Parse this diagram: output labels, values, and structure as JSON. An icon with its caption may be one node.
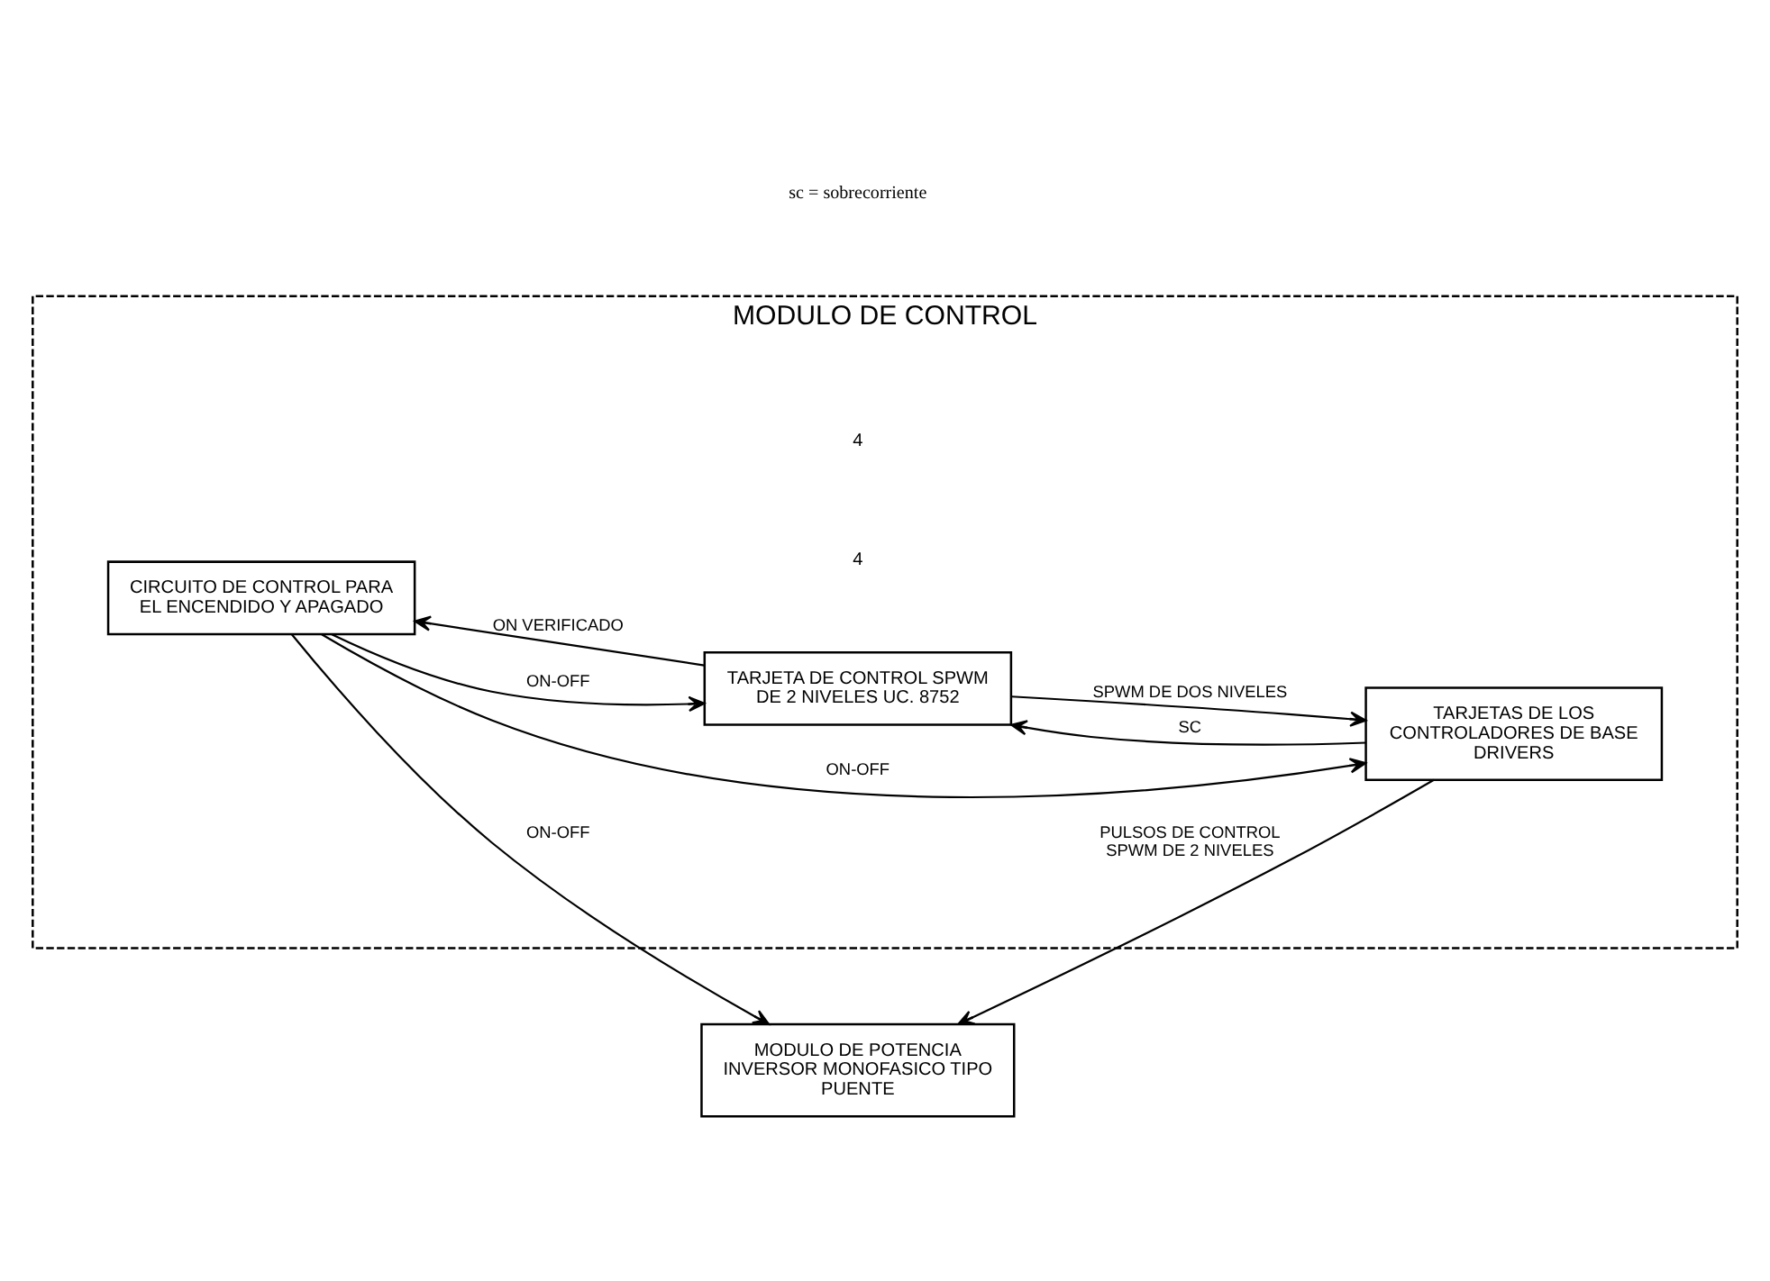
{
  "diagram": {
    "nodes": [
      {
        "text": [
          "MODULO DE CONTROL"
        ]
      },
      {
        "text": [
          "CIRCUITO DE CONTROL PARA EL ENCENDIDO Y APAGADO"
        ],
        "in": 0
      },
      {
        "text": [
          "TARJETA DE CONTROL SPWM DE 2 NIVELES UC. 8752"
        ],
        "in": 0
      },
      {
        "text": [
          "TARJETAS DE LOS CONTROLADORES DE BASE DRIVERS"
        ],
        "in": 0
      },
      {
        "text": [
          "MODULO DE POTENCIA",
          "INVERSOR MONOFASICO TIPO PUENTE"
        ]
      }
    ],
    "edges": [
      {
        "from": 1,
        "to": 3,
        "arrow": "to",
        "label": "ON-OFF"
      },
      {
        "from": 1,
        "to": 2,
        "arrow": "to",
        "label": "ON-OFF"
      },
      {
        "from": 2,
        "to": 3,
        "arrow": "to",
        "label": "SPWM DE DOS NIVELES"
      },
      {
        "from": 3,
        "to": 2,
        "arrow": "to",
        "label": "SC"
      },
      {
        "from": 2,
        "to": 1,
        "arrow": "to",
        "label": "ON VERIFICADO"
      },
      {
        "from": 1,
        "to": 4,
        "arrow": "to",
        "label": "ON-OFF"
      },
      {
        "from": 3,
        "to": 4,
        "arrow": "to",
        "label": "PULSOS DE CONTROL SPWM DE 2 NIVELES"
      }
    ],
    "labels": [
      "4",
      "4",
      "sc = sobrecorriente"
    ]
  }
}
